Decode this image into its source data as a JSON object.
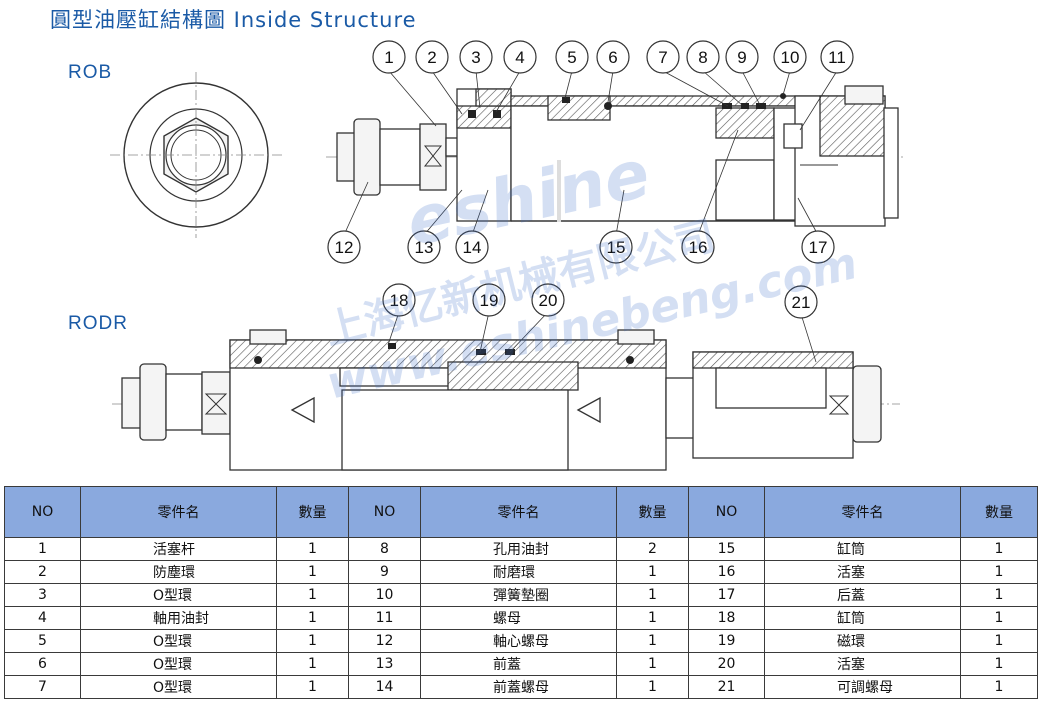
{
  "title": "圓型油壓缸結構圖 Inside Structure",
  "labels": {
    "rob": "ROB",
    "rodr": "RODR"
  },
  "watermark": {
    "brand": "eshine",
    "company": "上海亿新机械有限公司",
    "url": "www.eshinebeng.com"
  },
  "callouts": [
    "1",
    "2",
    "3",
    "4",
    "5",
    "6",
    "7",
    "8",
    "9",
    "10",
    "11",
    "12",
    "13",
    "14",
    "15",
    "16",
    "17",
    "18",
    "19",
    "20",
    "21"
  ],
  "colors": {
    "title": "#1a5aa6",
    "header_bg": "#8aa9de",
    "watermark": "#3c6ec8"
  },
  "table": {
    "headers": [
      "NO",
      "零件名",
      "數量",
      "NO",
      "零件名",
      "數量",
      "NO",
      "零件名",
      "數量"
    ],
    "rows": [
      [
        "1",
        "活塞杆",
        "1",
        "8",
        "孔用油封",
        "2",
        "15",
        "缸筒",
        "1"
      ],
      [
        "2",
        "防塵環",
        "1",
        "9",
        "耐磨環",
        "1",
        "16",
        "活塞",
        "1"
      ],
      [
        "3",
        "O型環",
        "1",
        "10",
        "彈簧墊圈",
        "1",
        "17",
        "后蓋",
        "1"
      ],
      [
        "4",
        "軸用油封",
        "1",
        "11",
        "螺母",
        "1",
        "18",
        "缸筒",
        "1"
      ],
      [
        "5",
        "O型環",
        "1",
        "12",
        "軸心螺母",
        "1",
        "19",
        "磁環",
        "1"
      ],
      [
        "6",
        "O型環",
        "1",
        "13",
        "前蓋",
        "1",
        "20",
        "活塞",
        "1"
      ],
      [
        "7",
        "O型環",
        "1",
        "14",
        "前蓋螺母",
        "1",
        "21",
        "可調螺母",
        "1"
      ]
    ]
  }
}
